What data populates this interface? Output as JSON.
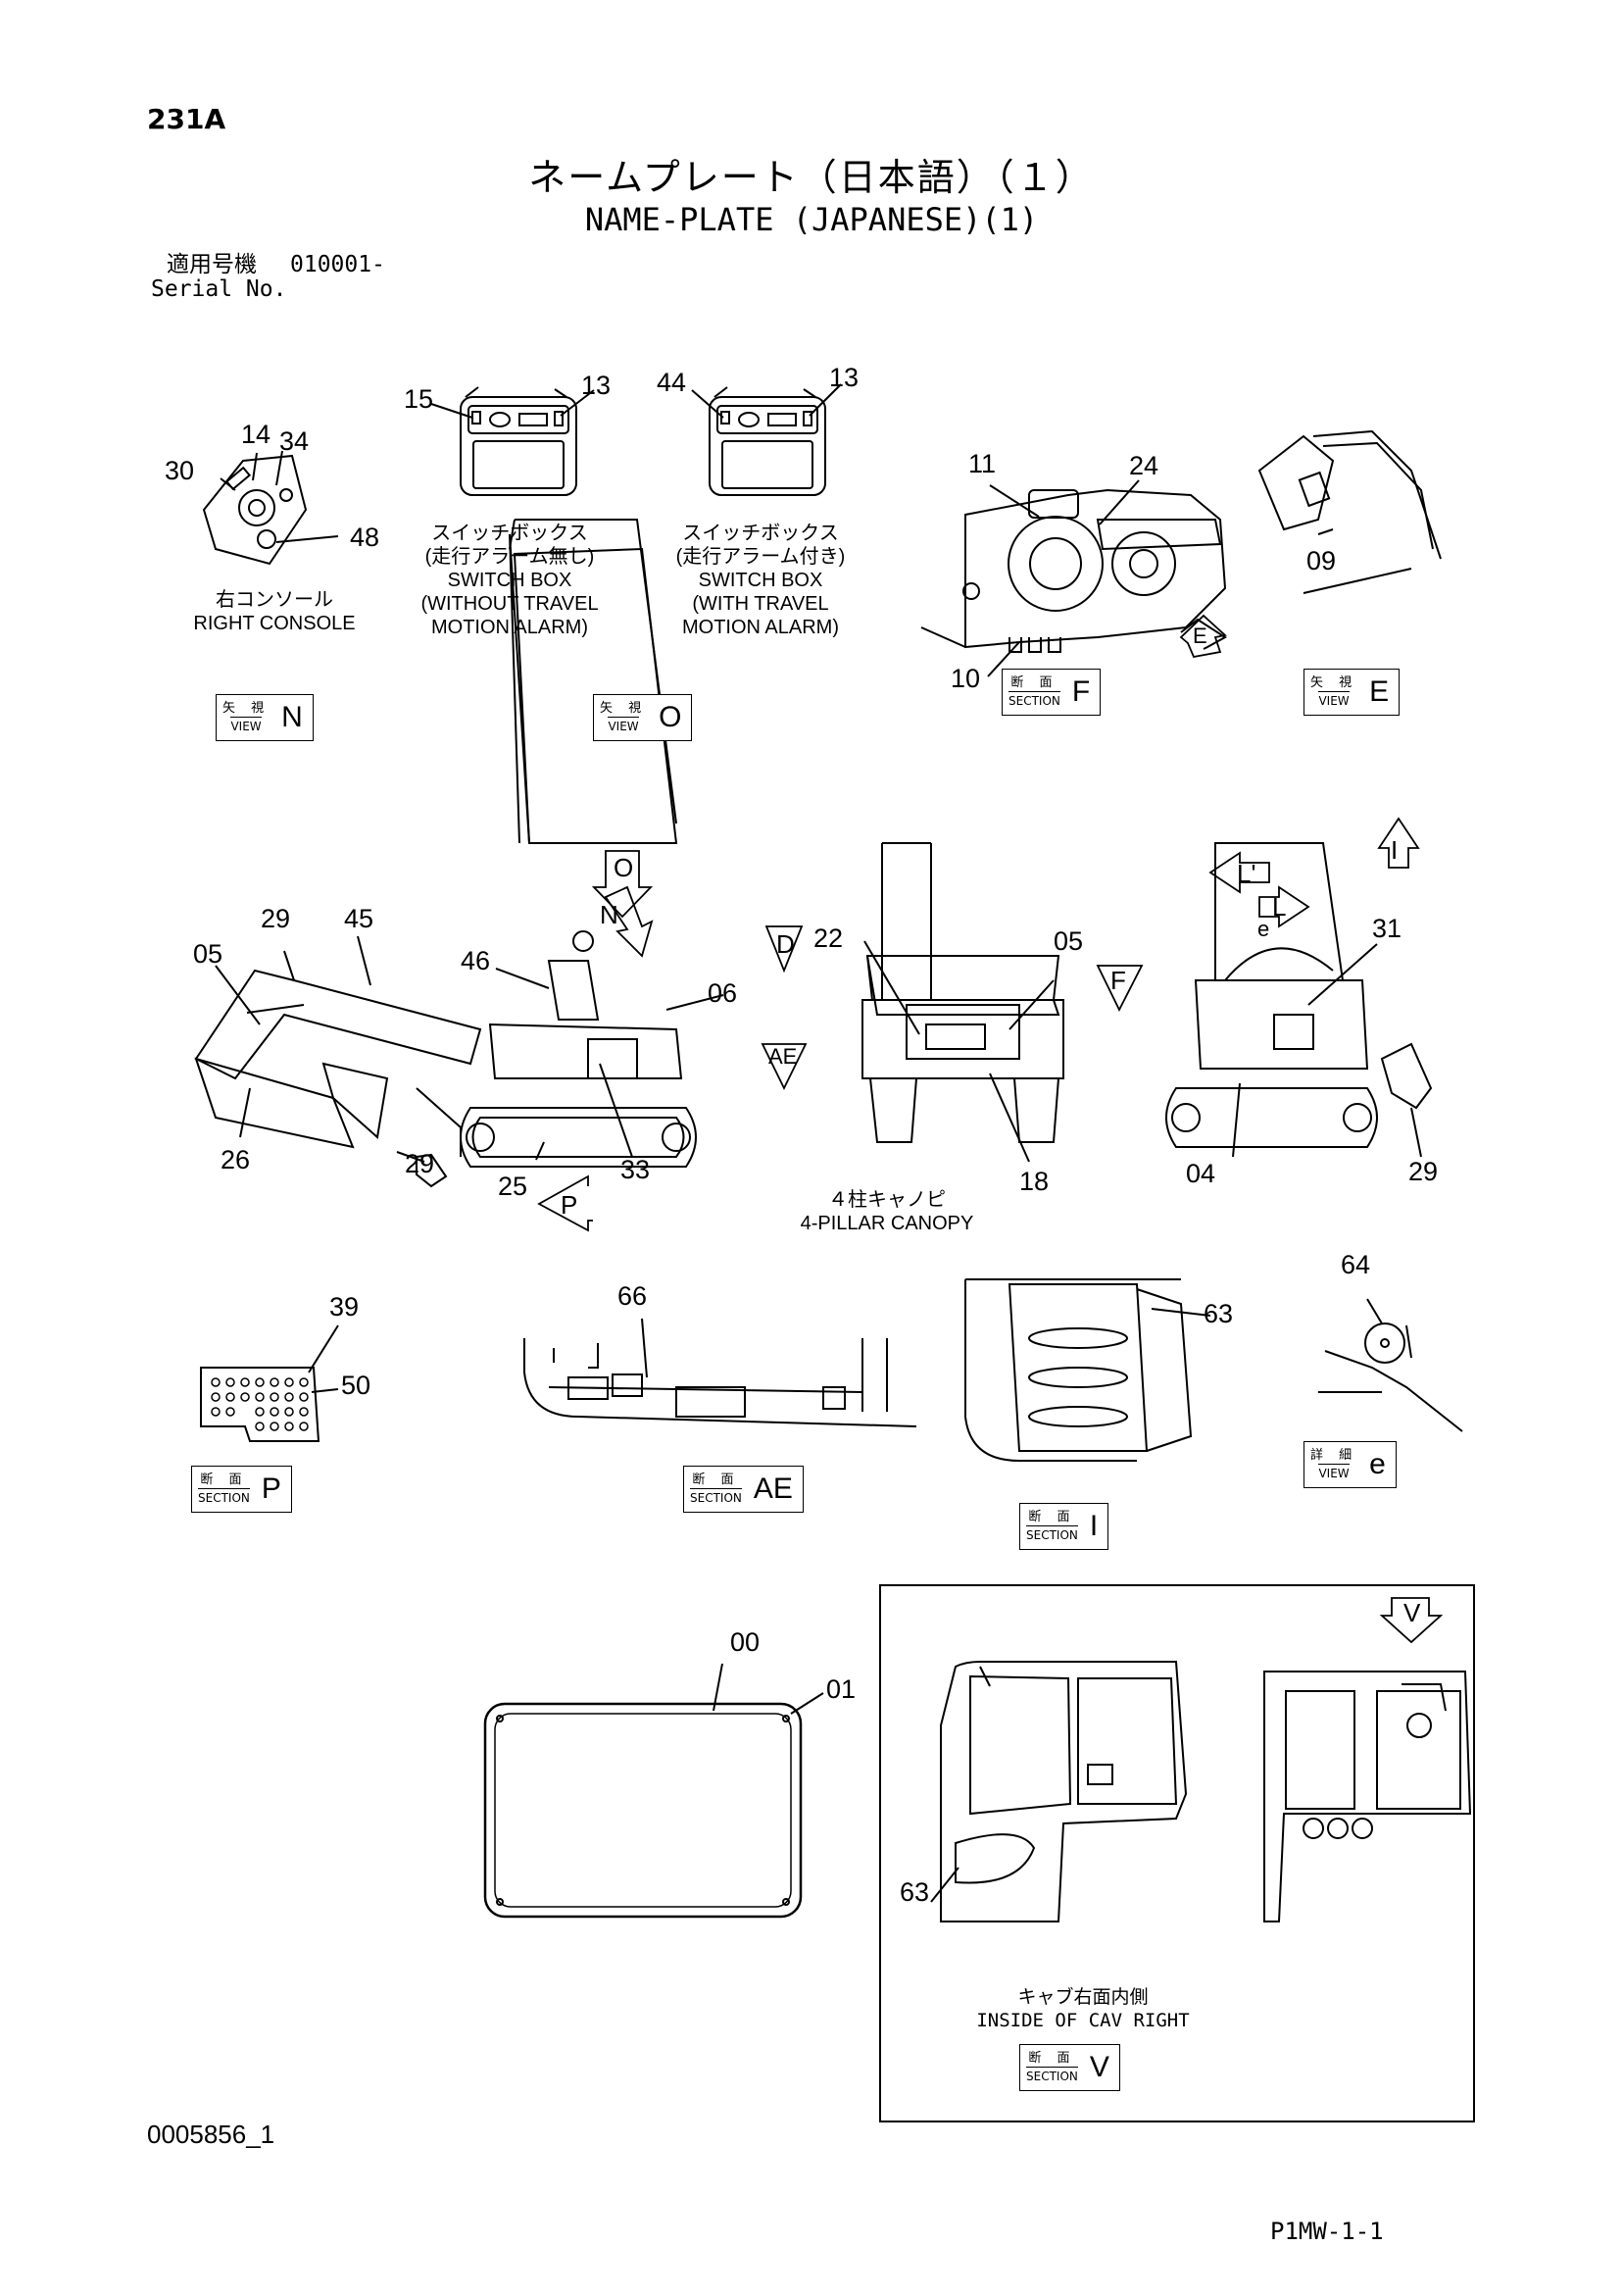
{
  "header": {
    "page_id": "231A",
    "title_jp": "ネームプレート（日本語）（１）",
    "title_en": "NAME-PLATE (JAPANESE)(1)",
    "serial_label_jp": "適用号機",
    "serial_value": "010001-",
    "serial_label_en": "Serial No."
  },
  "callouts": {
    "n30": "30",
    "n14": "14",
    "n34": "34",
    "n48": "48",
    "n15": "15",
    "n13a": "13",
    "n44": "44",
    "n13b": "13",
    "n11": "11",
    "n24": "24",
    "n10": "10",
    "n09": "09",
    "n29a": "29",
    "n45": "45",
    "n05a": "05",
    "n46": "46",
    "n06": "06",
    "n26": "26",
    "n29b": "29",
    "n25": "25",
    "n33": "33",
    "n22": "22",
    "n05b": "05",
    "n18": "18",
    "n31": "31",
    "n04": "04",
    "n29c": "29",
    "n39": "39",
    "n50": "50",
    "n66": "66",
    "n63a": "63",
    "n64": "64",
    "n00": "00",
    "n01": "01",
    "n63b": "63"
  },
  "captions": {
    "right_console_jp": "右コンソール",
    "right_console_en": "RIGHT CONSOLE",
    "sb1_jp1": "スイッチボックス",
    "sb1_jp2": "(走行アラーム無し)",
    "sb1_en1": "SWITCH BOX",
    "sb1_en2": "(WITHOUT TRAVEL",
    "sb1_en3": "MOTION ALARM)",
    "sb2_jp1": "スイッチボックス",
    "sb2_jp2": "(走行アラーム付き)",
    "sb2_en1": "SWITCH BOX",
    "sb2_en2": "(WITH TRAVEL",
    "sb2_en3": "MOTION ALARM)",
    "canopy_jp": "４柱キャノピ",
    "canopy_en": "4-PILLAR CANOPY",
    "cab_jp": "キャブ右面内側",
    "cab_en": "INSIDE OF CAV RIGHT"
  },
  "view_labels": {
    "view_jp": "矢 視",
    "view_en": "VIEW",
    "section_jp": "断 面",
    "section_en": "SECTION",
    "detail_jp": "詳 細",
    "N": "N",
    "O": "O",
    "F": "F",
    "E": "E",
    "P": "P",
    "AE": "AE",
    "I": "I",
    "e": "e",
    "V": "V"
  },
  "arrows": {
    "O": "O",
    "N": "N",
    "D": "D",
    "F": "F",
    "AE": "AE",
    "P": "P",
    "L1": "L'",
    "L2": "L",
    "e": "e",
    "I": "I",
    "E": "E",
    "V": "V"
  },
  "footer": {
    "drawing_no": "0005856_1",
    "page_ref": "P1MW-1-1"
  }
}
